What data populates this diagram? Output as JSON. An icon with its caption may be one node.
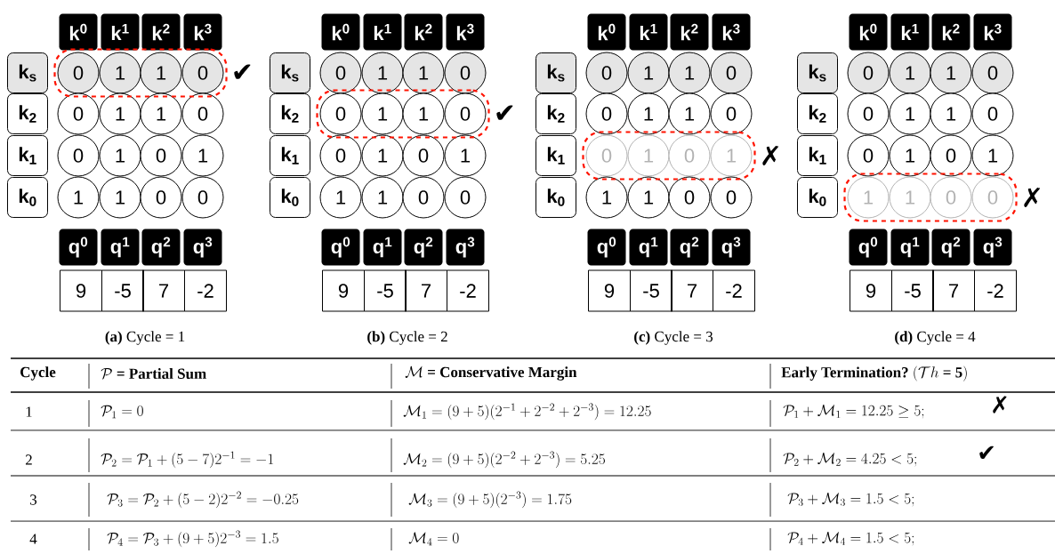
{
  "diagram": {
    "nodes": [
      {
        "text": [
          "k$^{0}$"
        ]
      },
      {
        "text": [
          "k$^{1}$"
        ]
      },
      {
        "text": [
          "k$^{2}$"
        ]
      },
      {
        "text": [
          "k$^{3}$"
        ]
      },
      {
        "text": [
          "k$_{s}$"
        ]
      },
      {
        "text": [],
        "shape": "box",
        "beside": [
          "✔"
        ]
      },
      {
        "text": [
          "0"
        ],
        "in": 5
      },
      {
        "text": [
          "1"
        ],
        "in": 5
      },
      {
        "text": [
          "1"
        ],
        "in": 5
      },
      {
        "text": [
          "0"
        ],
        "in": 5
      },
      {
        "text": [
          "k$_{2}$"
        ]
      },
      {
        "text": [
          "0"
        ]
      },
      {
        "text": [
          "1"
        ]
      },
      {
        "text": [
          "1"
        ]
      },
      {
        "text": [
          "0"
        ]
      },
      {
        "text": [
          "k$_{1}$"
        ]
      },
      {
        "text": [
          "0"
        ]
      },
      {
        "text": [
          "1"
        ]
      },
      {
        "text": [
          "0"
        ]
      },
      {
        "text": [
          "1"
        ]
      },
      {
        "text": [
          "k$_{0}$"
        ]
      },
      {
        "text": [
          "1"
        ]
      },
      {
        "text": [
          "1"
        ]
      },
      {
        "text": [
          "0"
        ]
      },
      {
        "text": [
          "0"
        ]
      },
      {
        "text": [
          "q$^{0}$"
        ]
      },
      {
        "text": [
          "q$^{1}$"
        ]
      },
      {
        "text": [
          "q$^{2}$"
        ]
      },
      {
        "text": [
          "q$^{3}$"
        ]
      },
      {
        "text": [
          "9"
        ]
      },
      {
        "text": [
          "-5"
        ]
      },
      {
        "text": [
          "7"
        ]
      },
      {
        "text": [
          "-2"
        ]
      },
      {
        "text": [
          "k$^{0}$"
        ]
      },
      {
        "text": [
          "k$^{1}$"
        ]
      },
      {
        "text": [
          "k$^{2}$"
        ]
      },
      {
        "text": [
          "k$^{3}$"
        ]
      },
      {
        "text": [
          "k$_{s}$"
        ]
      },
      {
        "text": [
          "0"
        ]
      },
      {
        "text": [
          "1"
        ]
      },
      {
        "text": [
          "1"
        ]
      },
      {
        "text": [
          "0"
        ]
      },
      {
        "text": [
          "k$_{2}$"
        ]
      },
      {
        "text": [],
        "shape": "box",
        "beside": [
          "✔"
        ]
      },
      {
        "text": [
          "0"
        ],
        "in": 43
      },
      {
        "text": [
          "1"
        ],
        "in": 43
      },
      {
        "text": [
          "1"
        ],
        "in": 43
      },
      {
        "text": [
          "0"
        ],
        "in": 43
      },
      {
        "text": [
          "k$_{1}$"
        ]
      },
      {
        "text": [
          "0"
        ]
      },
      {
        "text": [
          "1"
        ]
      },
      {
        "text": [
          "0"
        ]
      },
      {
        "text": [
          "1"
        ]
      },
      {
        "text": [
          "k$_{0}$"
        ]
      },
      {
        "text": [
          "1"
        ]
      },
      {
        "text": [
          "1"
        ]
      },
      {
        "text": [
          "0"
        ]
      },
      {
        "text": [
          "0"
        ]
      },
      {
        "text": [
          "q$^{0}$"
        ]
      },
      {
        "text": [
          "q$^{1}$"
        ]
      },
      {
        "text": [
          "q$^{2}$"
        ]
      },
      {
        "text": [
          "q$^{3}$"
        ]
      },
      {
        "text": [
          "9"
        ]
      },
      {
        "text": [
          "-5"
        ]
      },
      {
        "text": [
          "7"
        ]
      },
      {
        "text": [
          "-2"
        ]
      },
      {
        "text": [
          "k$^{0}$"
        ]
      },
      {
        "text": [
          "k$^{1}$"
        ]
      },
      {
        "text": [
          "k$^{2}$"
        ]
      },
      {
        "text": [
          "k$^{3}$"
        ]
      },
      {
        "text": [
          "k$_{s}$"
        ]
      },
      {
        "text": [
          "0"
        ]
      },
      {
        "text": [
          "1"
        ]
      },
      {
        "text": [
          "1"
        ]
      },
      {
        "text": [
          "0"
        ]
      },
      {
        "text": [
          "k$_{2}$"
        ]
      },
      {
        "text": [
          "0"
        ]
      },
      {
        "text": [
          "1"
        ]
      },
      {
        "text": [
          "1"
        ]
      },
      {
        "text": [
          "0"
        ]
      },
      {
        "text": [
          "k$_{1}$"
        ]
      },
      {
        "text": [],
        "shape": "box",
        "beside": [
          "✗"
        ]
      },
      {
        "text": [
          "0"
        ],
        "in": 81
      },
      {
        "text": [
          "1"
        ],
        "in": 81
      },
      {
        "text": [
          "0"
        ],
        "in": 81
      },
      {
        "text": [
          "1"
        ],
        "in": 81
      },
      {
        "text": [
          "k$_{0}$"
        ]
      },
      {
        "text": [
          "1"
        ]
      },
      {
        "text": [
          "1"
        ]
      },
      {
        "text": [
          "0"
        ]
      },
      {
        "text": [
          "0"
        ]
      },
      {
        "text": [
          "q$^{0}$"
        ]
      },
      {
        "text": [
          "q$^{1}$"
        ]
      },
      {
        "text": [
          "q$^{2}$"
        ]
      },
      {
        "text": [
          "q$^{3}$"
        ]
      },
      {
        "text": [
          "9"
        ]
      },
      {
        "text": [
          "-5"
        ]
      },
      {
        "text": [
          "7"
        ]
      },
      {
        "text": [
          "-2"
        ]
      },
      {
        "text": [
          "k$^{0}$"
        ]
      },
      {
        "text": [
          "k$^{1}$"
        ]
      },
      {
        "text": [
          "k$^{2}$"
        ]
      },
      {
        "text": [
          "k$^{3}$"
        ]
      },
      {
        "text": [
          "k$_{s}$"
        ]
      },
      {
        "text": [
          "0"
        ]
      },
      {
        "text": [
          "1"
        ]
      },
      {
        "text": [
          "1"
        ]
      },
      {
        "text": [
          "0"
        ]
      },
      {
        "text": [
          "k$_{2}$"
        ]
      },
      {
        "text": [
          "0"
        ]
      },
      {
        "text": [
          "1"
        ]
      },
      {
        "text": [
          "1"
        ]
      },
      {
        "text": [
          "0"
        ]
      },
      {
        "text": [
          "k$_{1}$"
        ]
      },
      {
        "text": [
          "0"
        ]
      },
      {
        "text": [
          "1"
        ]
      },
      {
        "text": [
          "0"
        ]
      },
      {
        "text": [
          "1"
        ]
      },
      {
        "text": [
          "k$_{0}$"
        ]
      },
      {
        "text": [],
        "shape": "box",
        "beside": [
          "✗"
        ]
      },
      {
        "text": [
          "1"
        ],
        "in": 119
      },
      {
        "text": [
          "1"
        ],
        "in": 119
      },
      {
        "text": [
          "0"
        ],
        "in": 119
      },
      {
        "text": [
          "0"
        ],
        "in": 119
      },
      {
        "text": [
          "q$^{0}$"
        ]
      },
      {
        "text": [
          "q$^{1}$"
        ]
      },
      {
        "text": [
          "q$^{2}$"
        ]
      },
      {
        "text": [
          "q$^{3}$"
        ]
      },
      {
        "text": [
          "9"
        ]
      },
      {
        "text": [
          "-5"
        ]
      },
      {
        "text": [
          "7"
        ]
      },
      {
        "text": [
          "-2"
        ]
      }
    ],
    "labels": [
      "**(a)** Cycle = 1",
      "**(b)** Cycle = 2",
      "**(c)** Cycle = 3",
      "**(d)** Cycle = 4",
      "Cycle",
      "\\mathcal{P}\\ \\textbf{= Partial Sum}",
      "\\mathcal{M}\\ \\textbf{= Conservative Margin}",
      "\\textbf{Early Termination?}\\ (\\mathcal{T}h\\ \\textbf{= 5})",
      "1",
      "\\mathcal{P}_1 = 0",
      "\\mathcal{M}_1 = (9+5)(2^{-1}+2^{-2}+2^{-3}) = 12.25",
      "\\mathcal{P}_1+\\mathcal{M}_1 = 12.25 \\geq 5;",
      "✗",
      "2",
      "\\mathcal{P}_2 = \\mathcal{P}_1+(5-7)2^{-1} = -1",
      "\\mathcal{M}_2 = (9+5)(2^{-2}+2^{-3}) = 5.25",
      "\\mathcal{P}_2+\\mathcal{M}_2 = 4.25 < 5;",
      "✔",
      "3",
      "\\mathcal{P}_3 = \\mathcal{P}_2+(5-2)2^{-2} = -0.25",
      "\\mathcal{M}_3 = (9+5)(2^{-3}) = 1.75",
      "\\mathcal{P}_3+\\mathcal{M}_3 = 1.5 < 5;",
      "4",
      "\\mathcal{P}_4 = \\mathcal{P}_3+(9+5)2^{-3} = 1.5",
      "\\mathcal{M}_4 = 0",
      "\\mathcal{P}_4+\\mathcal{M}_4 = 1.5 < 5;"
    ]
  }
}
